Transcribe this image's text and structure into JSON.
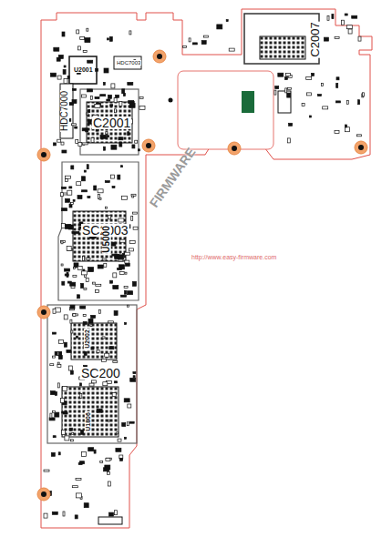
{
  "diagram": {
    "labels": [
      "U2001",
      "HDC7003",
      "HDC7000",
      "C2001",
      "C2007",
      "SC2003",
      "U5000",
      "U2002",
      "SC200",
      "U1806",
      "FIRMWARE",
      "http://www.easy-firmware.com"
    ]
  }
}
